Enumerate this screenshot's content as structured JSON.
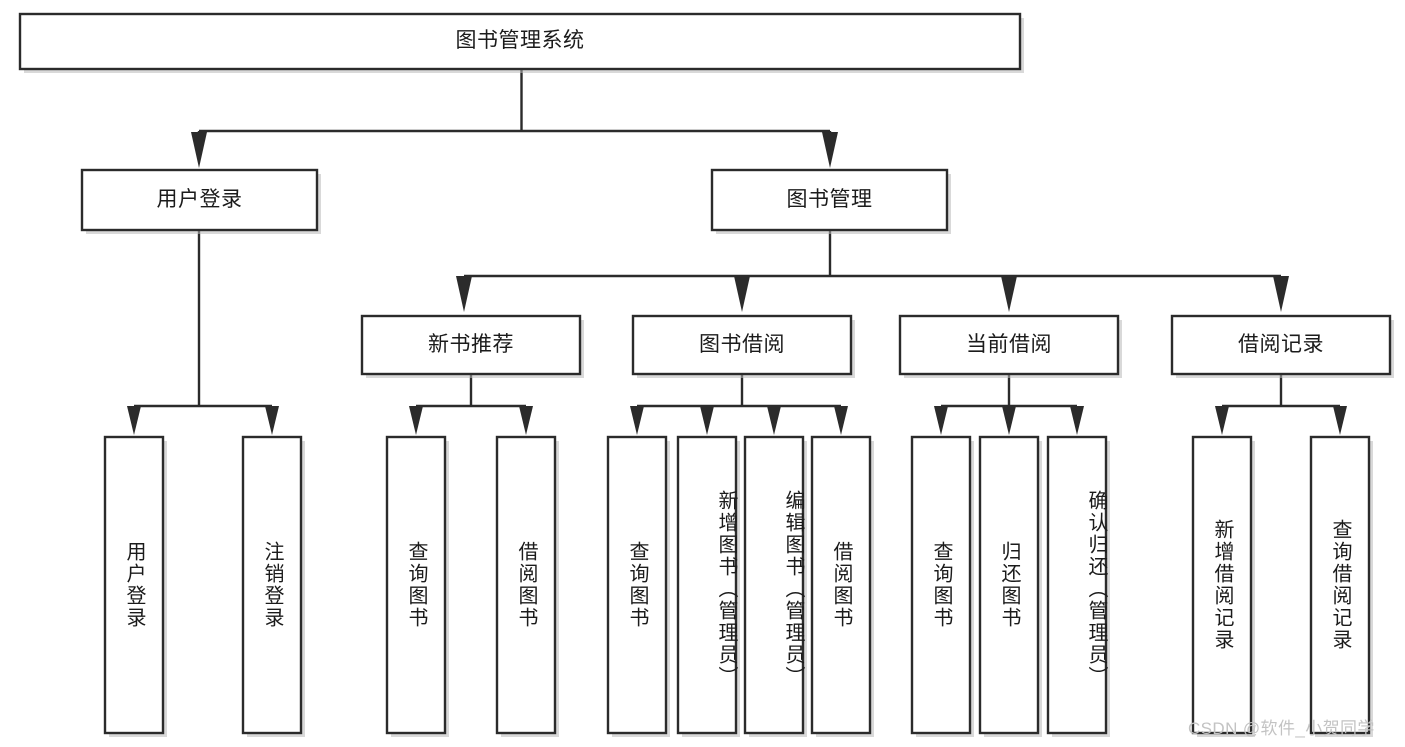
{
  "diagram": {
    "type": "tree-hierarchy-chart",
    "title": "图书管理系统",
    "watermark": "CSDN @软件_小贺同学",
    "colors": {
      "box_stroke": "#2b2b2b",
      "box_fill": "#ffffff",
      "connector": "#2b2b2b",
      "text": "#1b1b1b",
      "watermark": "#c3c3c3",
      "background": "#ffffff"
    },
    "nodes": {
      "root": {
        "label": "图书管理系统"
      },
      "level2": [
        {
          "id": "user-login",
          "label": "用户登录"
        },
        {
          "id": "book-management",
          "label": "图书管理"
        }
      ],
      "level3": [
        {
          "id": "new-book-recommend",
          "label": "新书推荐"
        },
        {
          "id": "book-borrow",
          "label": "图书借阅"
        },
        {
          "id": "current-borrow",
          "label": "当前借阅"
        },
        {
          "id": "borrow-record",
          "label": "借阅记录"
        }
      ],
      "leaves": {
        "user-login": [
          {
            "id": "leaf-user-login",
            "label": "用户登录"
          },
          {
            "id": "leaf-logout-login",
            "label": "注销登录"
          }
        ],
        "new-book-recommend": [
          {
            "id": "leaf-query-book-1",
            "label": "查询图书"
          },
          {
            "id": "leaf-borrow-book-1",
            "label": "借阅图书"
          }
        ],
        "book-borrow": [
          {
            "id": "leaf-query-book-2",
            "label": "查询图书"
          },
          {
            "id": "leaf-add-book",
            "label": "新增图书（管理员）"
          },
          {
            "id": "leaf-edit-book",
            "label": "编辑图书（管理员）"
          },
          {
            "id": "leaf-borrow-book-2",
            "label": "借阅图书"
          }
        ],
        "current-borrow": [
          {
            "id": "leaf-query-book-3",
            "label": "查询图书"
          },
          {
            "id": "leaf-return-book",
            "label": "归还图书"
          },
          {
            "id": "leaf-confirm-return",
            "label": "确认归还（管理员）"
          }
        ],
        "borrow-record": [
          {
            "id": "leaf-add-record",
            "label": "新增借阅记录"
          },
          {
            "id": "leaf-query-record",
            "label": "查询借阅记录"
          }
        ]
      }
    }
  }
}
